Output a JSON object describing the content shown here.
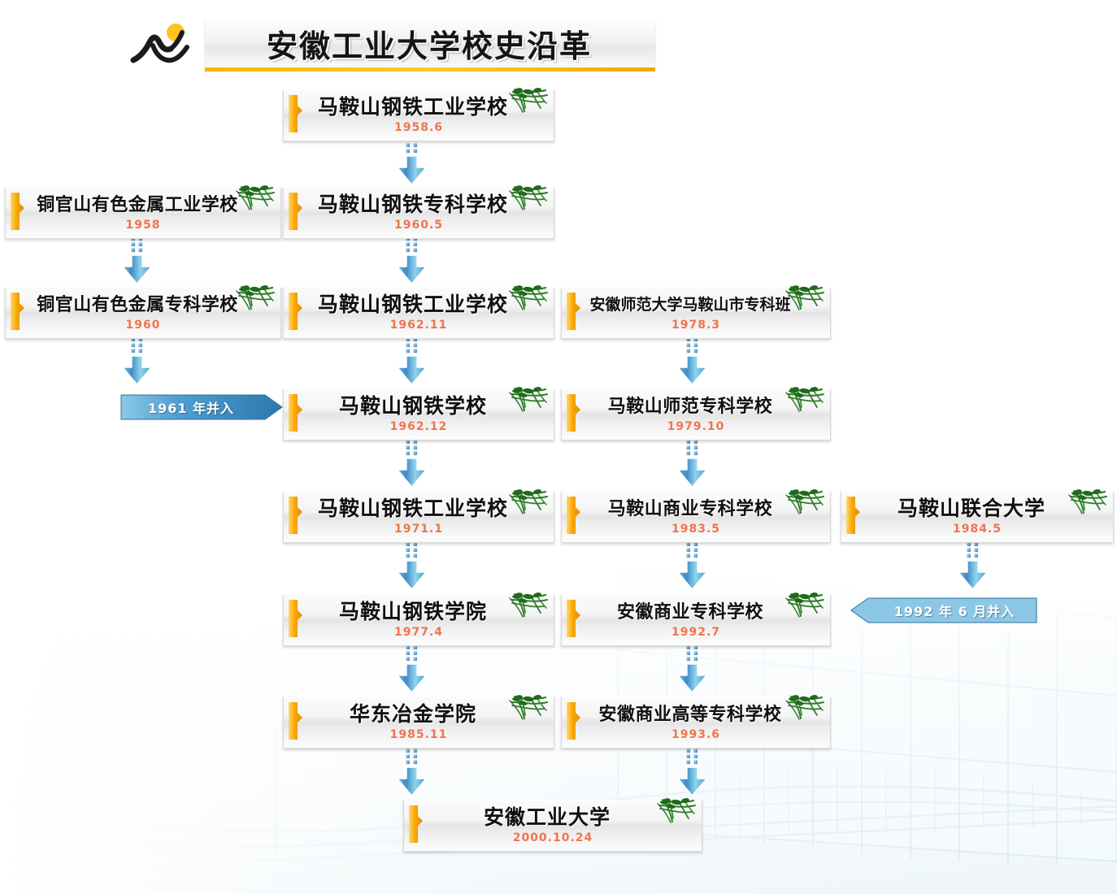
{
  "header": {
    "title": "安徽工业大学校史沿革",
    "logo_icon": "mountain-sun-icon"
  },
  "colors": {
    "title_underline": "#f7b500",
    "node_flag": "#f8a600",
    "date_text": "#f0592b",
    "arrow_blue": "#4f9fd4",
    "merge_banner": "#4e9fd1",
    "bamboo_green": "#2f7d2a"
  },
  "nodes": [
    {
      "id": "n1",
      "name": "马鞍山钢铁工业学校",
      "date": "1958.6"
    },
    {
      "id": "n2",
      "name": "铜官山有色金属工业学校",
      "date": "1958"
    },
    {
      "id": "n3",
      "name": "马鞍山钢铁专科学校",
      "date": "1960.5"
    },
    {
      "id": "n4",
      "name": "铜官山有色金属专科学校",
      "date": "1960"
    },
    {
      "id": "n5",
      "name": "马鞍山钢铁工业学校",
      "date": "1962.11"
    },
    {
      "id": "n6",
      "name": "安徽师范大学马鞍山市专科班",
      "date": "1978.3"
    },
    {
      "id": "n7",
      "name": "马鞍山钢铁学校",
      "date": "1962.12"
    },
    {
      "id": "n8",
      "name": "马鞍山师范专科学校",
      "date": "1979.10"
    },
    {
      "id": "n9",
      "name": "马鞍山钢铁工业学校",
      "date": "1971.1"
    },
    {
      "id": "n10",
      "name": "马鞍山商业专科学校",
      "date": "1983.5"
    },
    {
      "id": "n11",
      "name": "马鞍山联合大学",
      "date": "1984.5"
    },
    {
      "id": "n12",
      "name": "马鞍山钢铁学院",
      "date": "1977.4"
    },
    {
      "id": "n13",
      "name": "安徽商业专科学校",
      "date": "1992.7"
    },
    {
      "id": "n14",
      "name": "华东冶金学院",
      "date": "1985.11"
    },
    {
      "id": "n15",
      "name": "安徽商业高等专科学校",
      "date": "1993.6"
    },
    {
      "id": "n16",
      "name": "安徽工业大学",
      "date": "2000.10.24"
    }
  ],
  "merges": [
    {
      "id": "m1",
      "label": "1961 年并入",
      "direction": "right"
    },
    {
      "id": "m2",
      "label": "1992 年 6 月并入",
      "direction": "left"
    }
  ],
  "arrows": {
    "icon": "down-arrow-icon",
    "count": 12
  }
}
